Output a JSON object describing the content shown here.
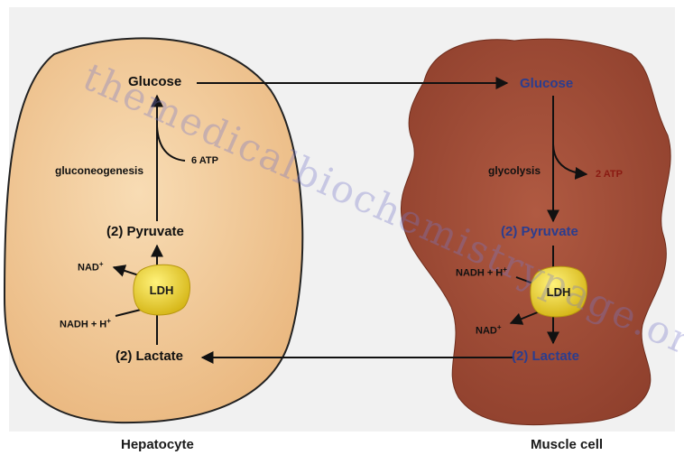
{
  "hepatocyte": {
    "title": "Hepatocyte",
    "glucose": "Glucose",
    "process": "gluconeogenesis",
    "atp": "6 ATP",
    "pyruvate": "(2) Pyruvate",
    "enzyme": "LDH",
    "nad": "NAD",
    "nad_sup": "+",
    "nadh": "NADH + H",
    "nadh_sup": "+",
    "lactate": "(2) Lactate"
  },
  "muscle": {
    "title": "Muscle cell",
    "glucose": "Glucose",
    "process": "glycolysis",
    "atp": "2 ATP",
    "pyruvate": "(2) Pyruvate",
    "enzyme": "LDH",
    "nadh": "NADH + H",
    "nadh_sup": "+",
    "nad": "NAD",
    "nad_sup": "+",
    "lactate": "(2) Lactate"
  },
  "watermark": "themedicalbiochemistrypage.org",
  "colors": {
    "hepatocyte_fill": "#f2c894",
    "muscle_fill": "#a8523c",
    "ldh_fill": "#e5cc1f",
    "blue_text": "#2b3d8f",
    "atp_red": "#8a1a12"
  }
}
